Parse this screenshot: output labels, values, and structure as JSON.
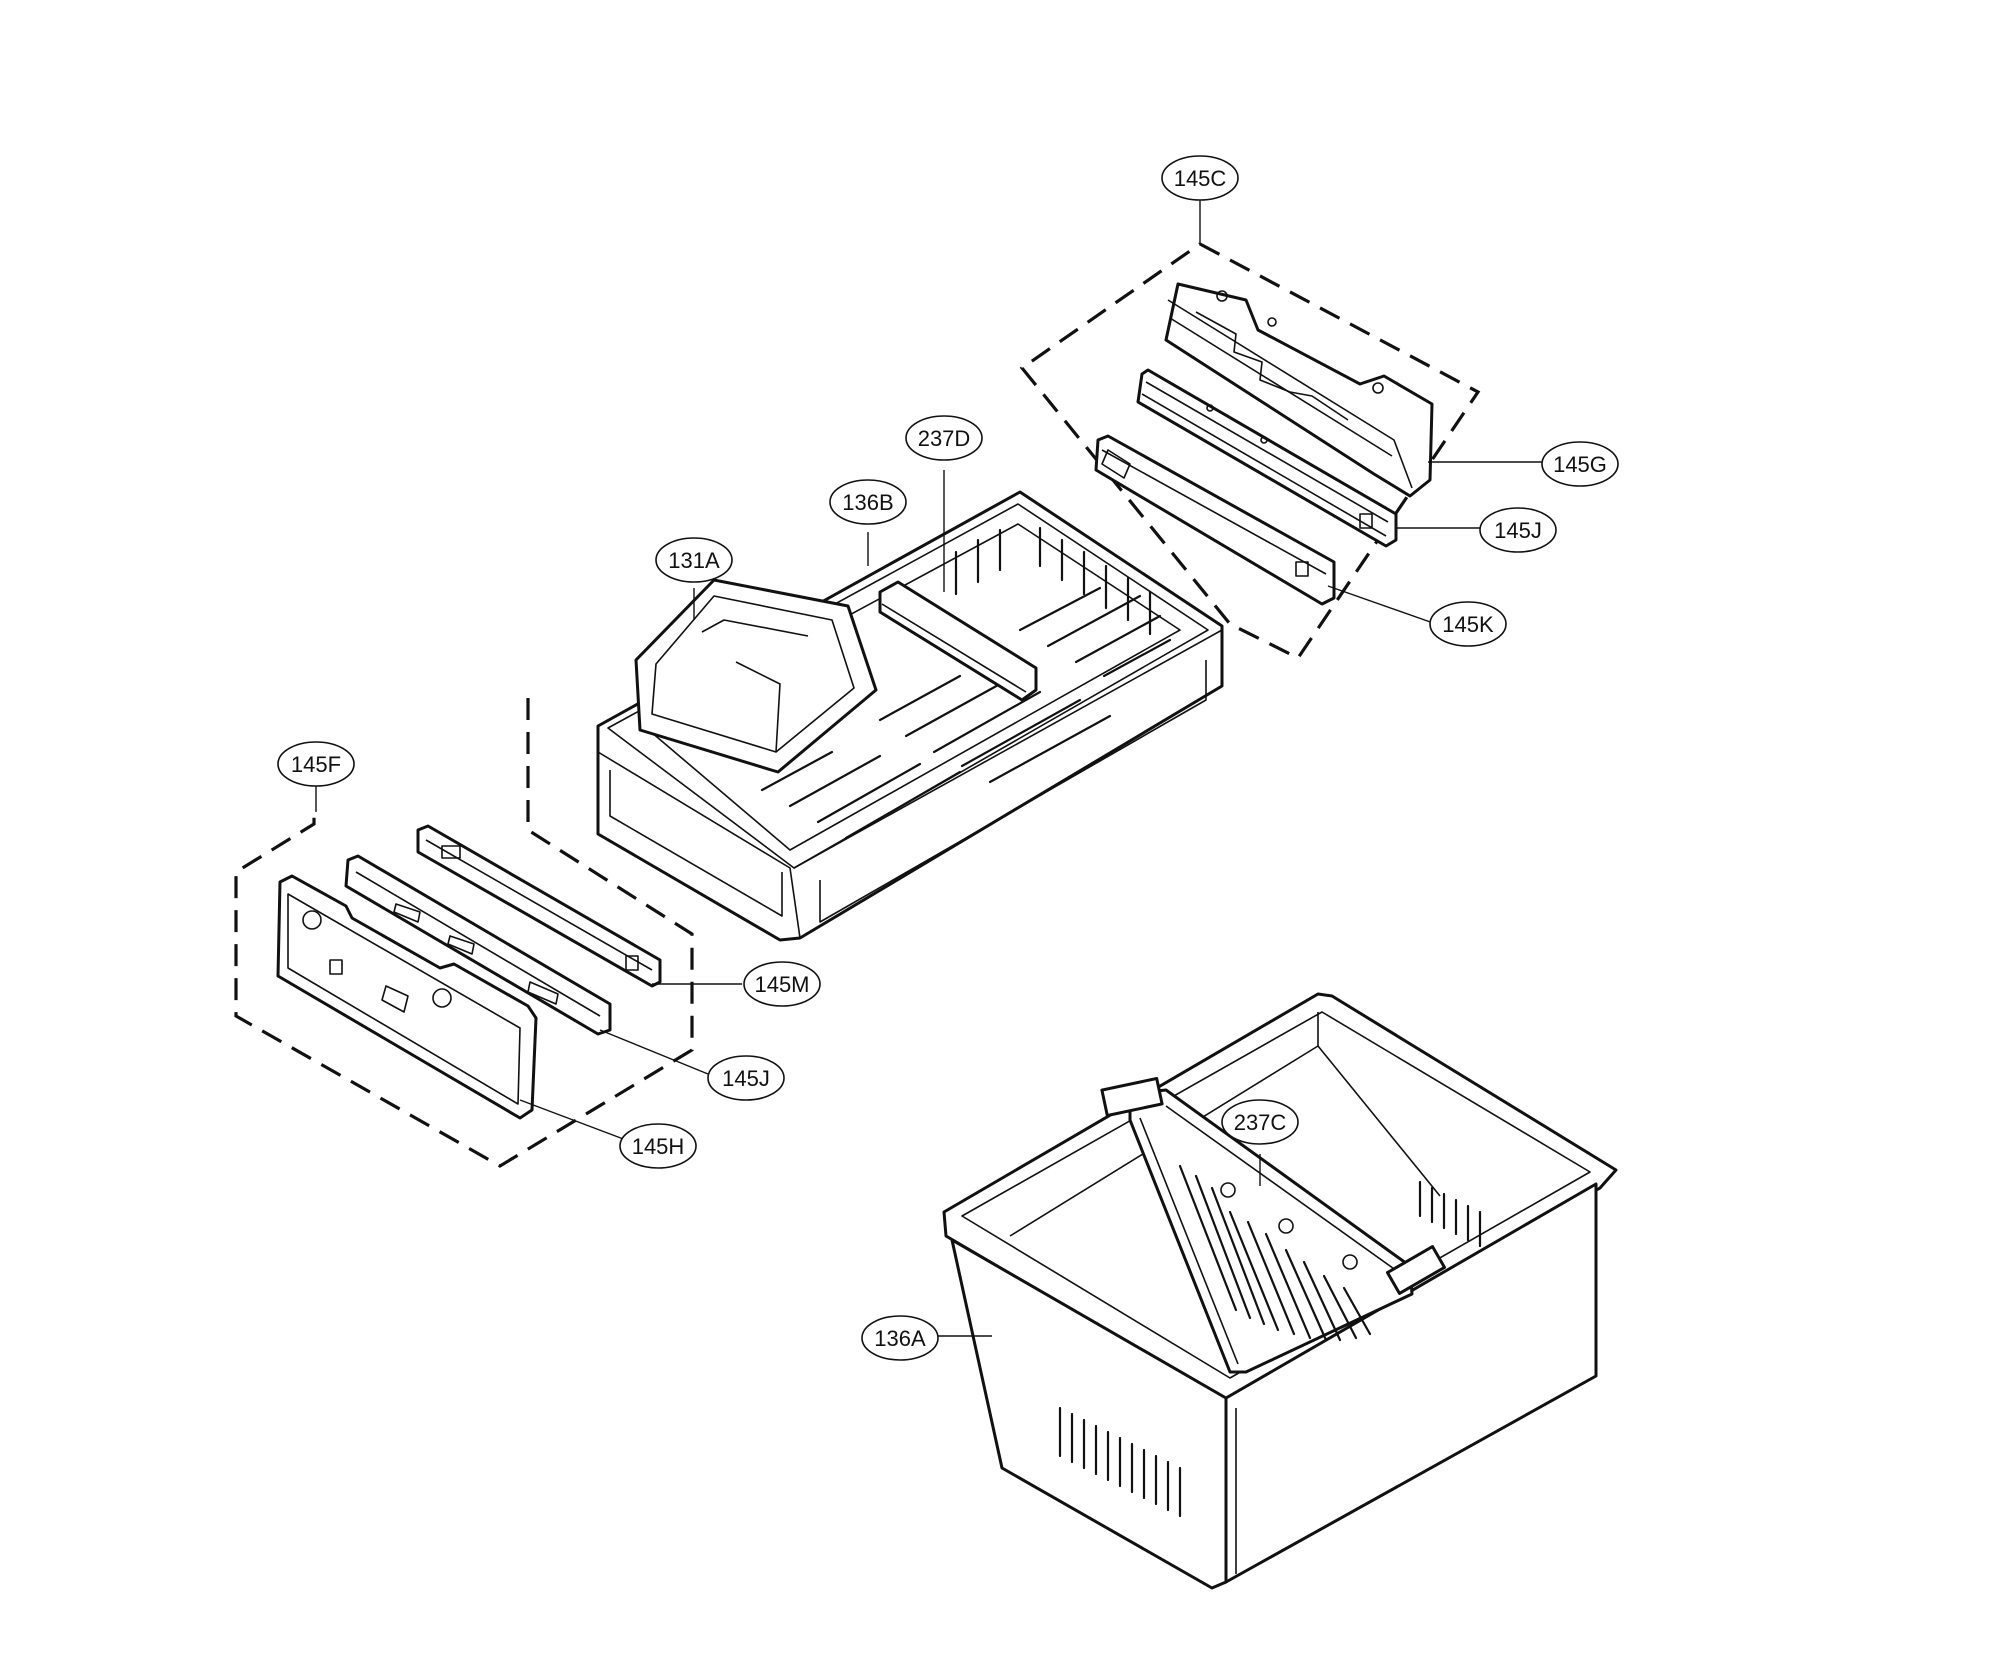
{
  "labels": {
    "l145C": "145C",
    "l237D": "237D",
    "l136B": "136B",
    "l131A": "131A",
    "l145G": "145G",
    "l145J_top": "145J",
    "l145K": "145K",
    "l145F": "145F",
    "l145M": "145M",
    "l145J_bottom": "145J",
    "l145H": "145H",
    "l237C": "237C",
    "l136A": "136A"
  }
}
